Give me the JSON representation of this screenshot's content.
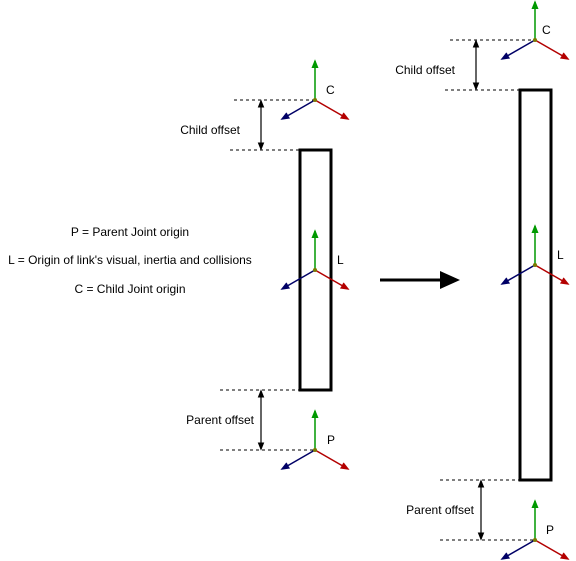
{
  "legend": {
    "parent": "P = Parent Joint origin",
    "link": "L = Origin of link's visual, inertia and collisions",
    "child": "C = Child Joint origin"
  },
  "left": {
    "child_offset_label": "Child offset",
    "parent_offset_label": "Parent offset",
    "frame_c": "C",
    "frame_l": "L",
    "frame_p": "P"
  },
  "right": {
    "child_offset_label": "Child offset",
    "parent_offset_label": "Parent offset",
    "frame_c": "C",
    "frame_l": "L",
    "frame_p": "P"
  },
  "colors": {
    "axis_x": "#b30000",
    "axis_y": "#009900",
    "axis_z": "#000066"
  }
}
